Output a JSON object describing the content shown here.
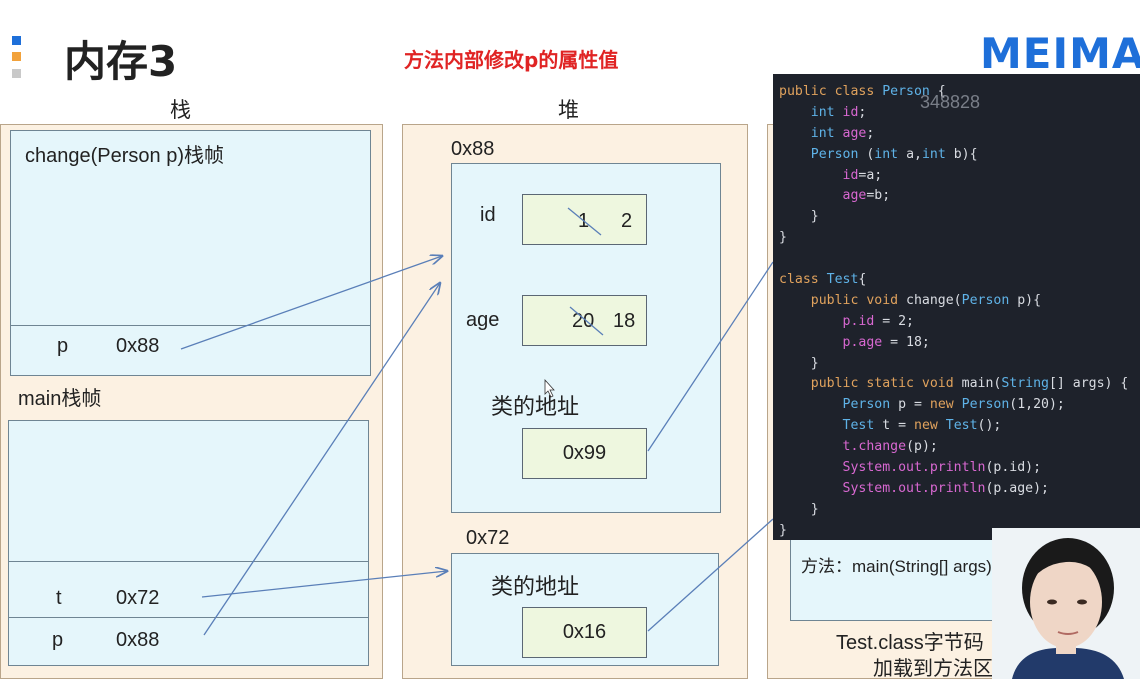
{
  "header": {
    "title": "内存3",
    "subtitle": "方法内部修改p的属性值",
    "logo": "MEIMA"
  },
  "stack": {
    "heading": "栈",
    "change_frame": {
      "title": "change(Person p)栈帧",
      "var_name": "p",
      "var_value": "0x88"
    },
    "main_frame": {
      "title": "main栈帧",
      "vars": [
        {
          "name": "t",
          "value": "0x72"
        },
        {
          "name": "p",
          "value": "0x88"
        }
      ]
    }
  },
  "heap": {
    "heading": "堆",
    "object1": {
      "address": "0x88",
      "fields": [
        {
          "name": "id",
          "old_value": "1",
          "new_value": "2"
        },
        {
          "name": "age",
          "old_value": "20",
          "new_value": "18"
        }
      ],
      "class_addr_label": "类的地址",
      "class_addr_value": "0x99"
    },
    "object2": {
      "address": "0x72",
      "class_addr_label": "类的地址",
      "class_addr_value": "0x16"
    }
  },
  "method_area": {
    "method_label": "方法：main(String[] args)",
    "caption_line1": "Test.class字节码",
    "caption_line2": "加载到方法区"
  },
  "code_panel": {
    "watermark": "348828",
    "lines": [
      "public class Person {",
      "    int id;",
      "    int age;",
      "    Person (int a,int b){",
      "        id=a;",
      "        age=b;",
      "    }",
      "}",
      "",
      "class Test{",
      "    public void change(Person p){",
      "        p.id = 2;",
      "        p.age = 18;",
      "    }",
      "    public static void main(String[] args) {",
      "        Person p = new Person(1,20);",
      "        Test t = new Test();",
      "        t.change(p);",
      "        System.out.println(p.id);",
      "        System.out.println(p.age);",
      "    }",
      "}"
    ]
  },
  "colors": {
    "accent_blue": "#1e6fd9",
    "accent_orange": "#f2a23b",
    "subtitle_red": "#e02424",
    "region_fill": "#fcf1e2",
    "frame_fill": "#e5f6fb",
    "cell_fill": "#eef7df",
    "arrow": "#5a7fb8"
  }
}
